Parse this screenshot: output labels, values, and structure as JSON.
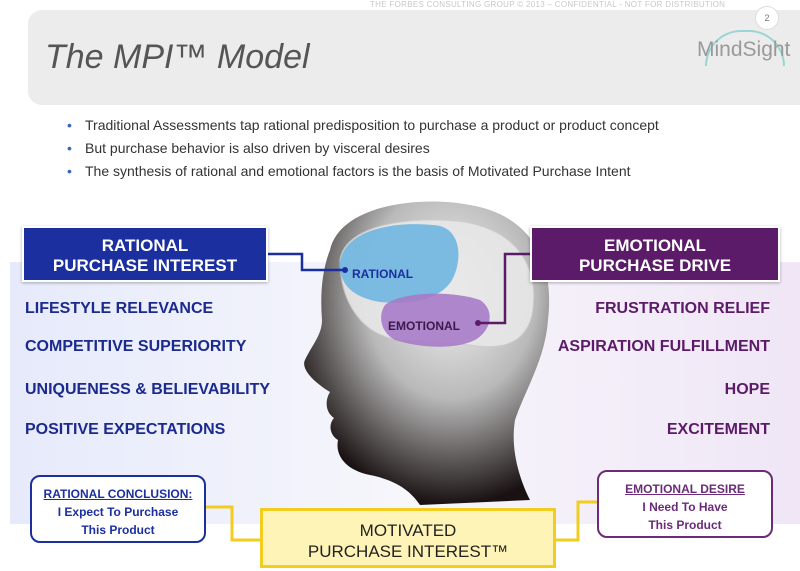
{
  "confidential": "THE FORBES CONSULTING GROUP © 2013 – CONFIDENTIAL - NOT FOR DISTRIBUTION",
  "page_number": "2",
  "title": "The MPI™ Model",
  "logo": "MindSight",
  "bullets": [
    "Traditional Assessments tap rational predisposition to purchase a product or product concept",
    "But purchase behavior is also driven by visceral desires",
    "The synthesis of rational and emotional factors is the basis of Motivated Purchase Intent"
  ],
  "rational": {
    "line1": "RATIONAL",
    "line2": "PURCHASE INTEREST",
    "brain_label": "RATIONAL",
    "items": [
      "LIFESTYLE RELEVANCE",
      "COMPETITIVE SUPERIORITY",
      "UNIQUENESS & BELIEVABILITY",
      "POSITIVE EXPECTATIONS"
    ],
    "conclusion": {
      "heading": "RATIONAL CONCLUSION:",
      "line1": "I Expect To Purchase",
      "line2": "This Product"
    }
  },
  "emotional": {
    "line1": "EMOTIONAL",
    "line2": "PURCHASE DRIVE",
    "brain_label": "EMOTIONAL",
    "items": [
      "FRUSTRATION RELIEF",
      "ASPIRATION FULFILLMENT",
      "HOPE",
      "EXCITEMENT"
    ],
    "desire": {
      "heading": "EMOTIONAL DESIRE",
      "line1": "I Need To Have",
      "line2": "This Product"
    }
  },
  "motivated": {
    "line1": "MOTIVATED",
    "line2": "PURCHASE INTEREST™"
  },
  "colors": {
    "rational": "#1b2f9e",
    "emotional": "#5b1b68",
    "motivated": "#f2cc20"
  }
}
